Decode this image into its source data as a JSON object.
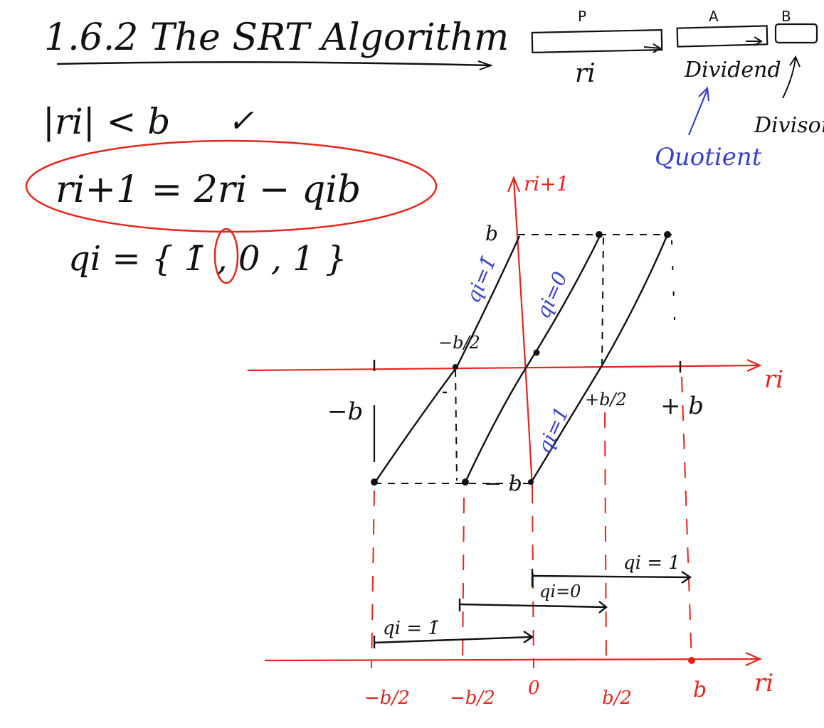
{
  "colors": {
    "ink": "#111111",
    "red": "#e8231c",
    "blue": "#3b42c8"
  },
  "title": "1.6.2  The SRT Algorithm",
  "register_diagram": {
    "labels": {
      "P": "P",
      "A": "A",
      "B": "B"
    },
    "ri": "ri",
    "dividend": "Dividend",
    "divisor": "Divisor",
    "quotient": "Quotient"
  },
  "equations": {
    "condition": "|ri| < b",
    "check": "✓",
    "recurrence": "ri+1  =  2ri − qib",
    "digit_set": "qi = { 1̄ , 0 , 1 }"
  },
  "plot": {
    "y_axis_label": "ri+1",
    "x_axis_label": "ri",
    "tick_b_top": "b",
    "tick_neg_b_half": "−b/2",
    "tick_b_half": "+b/2",
    "tick_pos_b": "+ b",
    "tick_neg_b": "−b",
    "tick_neg_b_bottom": "− b",
    "line_labels": {
      "q_neg1": "qi=1̄",
      "q_0": "qi=0",
      "q_1": "qi=1"
    }
  },
  "bottom_axis": {
    "label": "ri",
    "ticks": [
      "−b/2",
      "−b/2",
      "0",
      "b/2",
      "b"
    ],
    "intervals": {
      "q1": "qi = 1",
      "q0": "qi=0",
      "qneg1": "qi = 1̄"
    }
  }
}
